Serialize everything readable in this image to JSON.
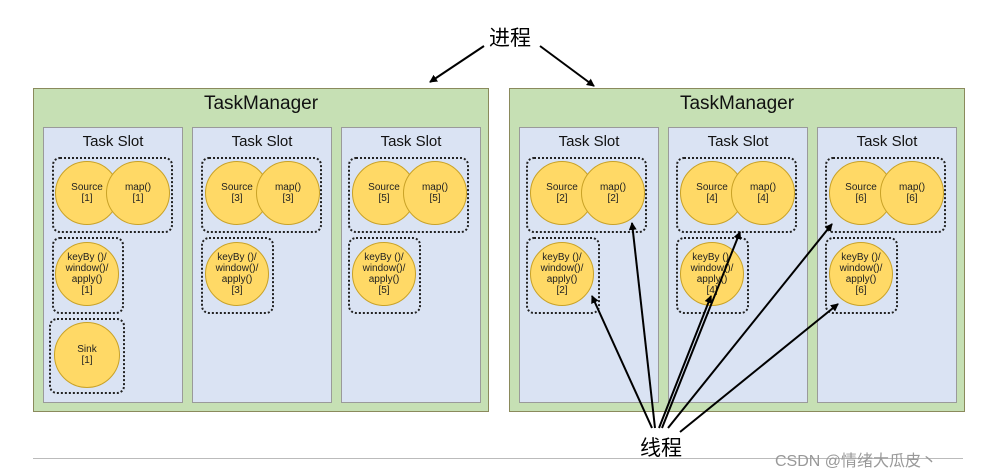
{
  "top_label": "进程",
  "bottom_label": "线程",
  "watermark": "CSDN @情绪大瓜皮丶",
  "task_managers": [
    {
      "title": "TaskManager",
      "slots": [
        {
          "title": "Task Slot",
          "source": [
            "Source",
            "[1]"
          ],
          "map": [
            "map()",
            "[1]"
          ],
          "keyby": [
            "keyBy ()/",
            "window()/",
            "apply()",
            "[1]"
          ],
          "sink": [
            "Sink",
            "[1]"
          ]
        },
        {
          "title": "Task Slot",
          "source": [
            "Source",
            "[3]"
          ],
          "map": [
            "map()",
            "[3]"
          ],
          "keyby": [
            "keyBy ()/",
            "window()/",
            "apply()",
            "[3]"
          ]
        },
        {
          "title": "Task Slot",
          "source": [
            "Source",
            "[5]"
          ],
          "map": [
            "map()",
            "[5]"
          ],
          "keyby": [
            "keyBy ()/",
            "window()/",
            "apply()",
            "[5]"
          ]
        }
      ]
    },
    {
      "title": "TaskManager",
      "slots": [
        {
          "title": "Task Slot",
          "source": [
            "Source",
            "[2]"
          ],
          "map": [
            "map()",
            "[2]"
          ],
          "keyby": [
            "keyBy ()/",
            "window()/",
            "apply()",
            "[2]"
          ]
        },
        {
          "title": "Task Slot",
          "source": [
            "Source",
            "[4]"
          ],
          "map": [
            "map()",
            "[4]"
          ],
          "keyby": [
            "keyBy ()/",
            "window()/",
            "apply()",
            "[4]"
          ]
        },
        {
          "title": "Task Slot",
          "source": [
            "Source",
            "[6]"
          ],
          "map": [
            "map()",
            "[6]"
          ],
          "keyby": [
            "keyBy ()/",
            "window()/",
            "apply()",
            "[6]"
          ]
        }
      ]
    }
  ]
}
